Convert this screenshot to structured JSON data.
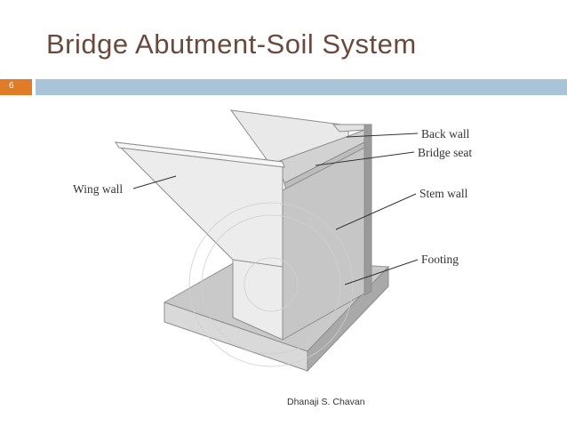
{
  "slide": {
    "title": "Bridge Abutment-Soil System",
    "number": "6",
    "footer": "Dhanaji S. Chavan"
  },
  "colors": {
    "title_text": "#6b4a3e",
    "number_box": "#e07b28",
    "title_bar": "#a7c4d8"
  },
  "diagram": {
    "labels": {
      "back_wall": "Back wall",
      "bridge_seat": "Bridge seat",
      "stem_wall": "Stem wall",
      "wing_wall": "Wing wall",
      "footing": "Footing"
    }
  }
}
